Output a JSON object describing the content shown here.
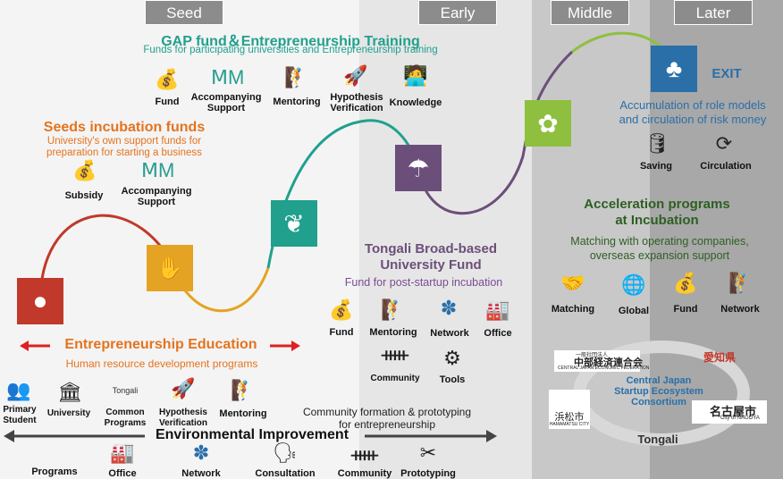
{
  "stages": {
    "seed": "Seed",
    "early": "Early",
    "middle": "Middle",
    "later": "Later"
  },
  "gap": {
    "title": "GAP fund＆Entrepreneurship Training",
    "subtitle": "Funds for participating universities and  Entrepreneurship  training",
    "items": [
      "Fund",
      "Accompanying\nSupport",
      "Mentoring",
      "Hypothesis\nVerification",
      "Knowledge"
    ]
  },
  "seeds": {
    "title": "Seeds incubation funds",
    "subtitle": "University's own support funds for\npreparation for starting a business",
    "items": [
      "Subsidy",
      "Accompanying\nSupport"
    ]
  },
  "exit": {
    "title": "EXIT",
    "subtitle": "Accumulation of role models\nand circulation of risk money",
    "items": [
      "Saving",
      "Circulation"
    ]
  },
  "accel": {
    "title": "Acceleration programs\nat Incubation",
    "subtitle": "Matching with operating companies,\noverseas expansion support",
    "items": [
      "Matching",
      "Global",
      "Fund",
      "Network"
    ]
  },
  "tongali": {
    "title": "Tongali Broad-based\nUniversity Fund",
    "subtitle": "Fund for post-startup incubation",
    "items": [
      "Fund",
      "Mentoring",
      "Network",
      "Office",
      "Community",
      "Tools"
    ]
  },
  "edu": {
    "title": "Entrepreneurship Education",
    "subtitle": "Human resource development programs",
    "items": [
      "Primary\nStudent",
      "University",
      "Common\nPrograms",
      "Hypothesis\nVerification",
      "Mentoring"
    ],
    "tongali_small": "Tongali"
  },
  "env": {
    "title": "Environmental Improvement",
    "note": "Community formation & prototyping\nfor entrepreneurship",
    "items": [
      "Programs",
      "Office",
      "Network",
      "Consultation",
      "Community",
      "Prototyping"
    ]
  },
  "consortium": {
    "name": "Central Japan\nStartup Ecosystem\nConsortium",
    "cjef_jp": "中部経済連合会",
    "cjef_small": "一般社団法人",
    "cjef_en": "CENTRAL JAPAN ECONOMIC FEDERATION",
    "aichi": "愛知県",
    "hamamatsu": "浜松市",
    "hamamatsu_en": "HAMAMATSU CITY",
    "nagoya": "名古屋市",
    "nagoya_en": "City of NAGOYA",
    "tongali": "Tongali"
  },
  "colors": {
    "red": "#c0392b",
    "orange": "#e5a323",
    "teal": "#21a08d",
    "purple": "#6b4f7a",
    "green": "#5f8a2a",
    "blue": "#2a6fa8",
    "darkgreen": "#2e5f22",
    "purpletext": "#7a4d93"
  }
}
